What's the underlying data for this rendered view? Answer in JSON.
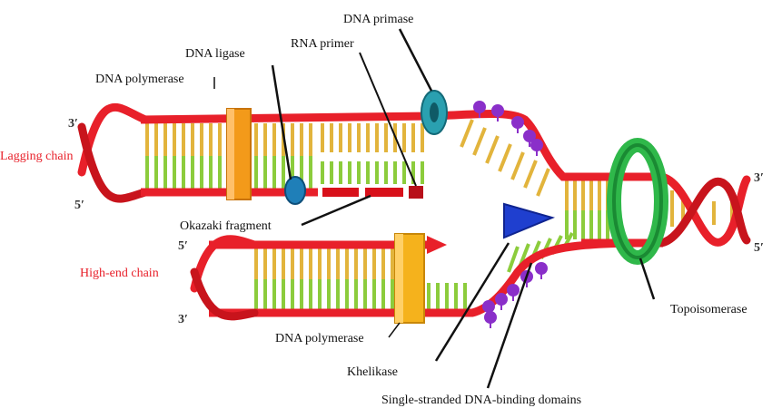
{
  "title": "DNA replication fork",
  "strands": {
    "lagging": "Lagging chain",
    "leading": "High-end chain"
  },
  "ends": {
    "lag_left_top": "3′",
    "lag_left_bottom": "5′",
    "lead_left_top": "5′",
    "lead_left_bottom": "3′",
    "right_top": "3′",
    "right_bottom": "5′"
  },
  "labels": {
    "dna_primase": "DNA primase",
    "dna_ligase": "DNA ligase",
    "rna_primer": "RNA primer",
    "dna_polymerase_top": "DNA polymerase",
    "okazaki_fragment": "Okazaki fragment",
    "dna_polymerase_bottom": "DNA polymerase",
    "khelikase": "Khelikase",
    "ssb": "Single-stranded DNA-binding domains",
    "topoisomerase": "Topoisomerase"
  },
  "colors": {
    "backbone": "#e8202a",
    "base_yellow": "#e2b43c",
    "base_green": "#8ccc3c",
    "polymerase": "#f5a623",
    "ligase": "#1f7fb8",
    "primase": "#2aa0b0",
    "helicase": "#1f3fcf",
    "topoisomerase": "#2fb84a",
    "ssb": "#8a2fc9",
    "label_red": "#e8202a"
  }
}
